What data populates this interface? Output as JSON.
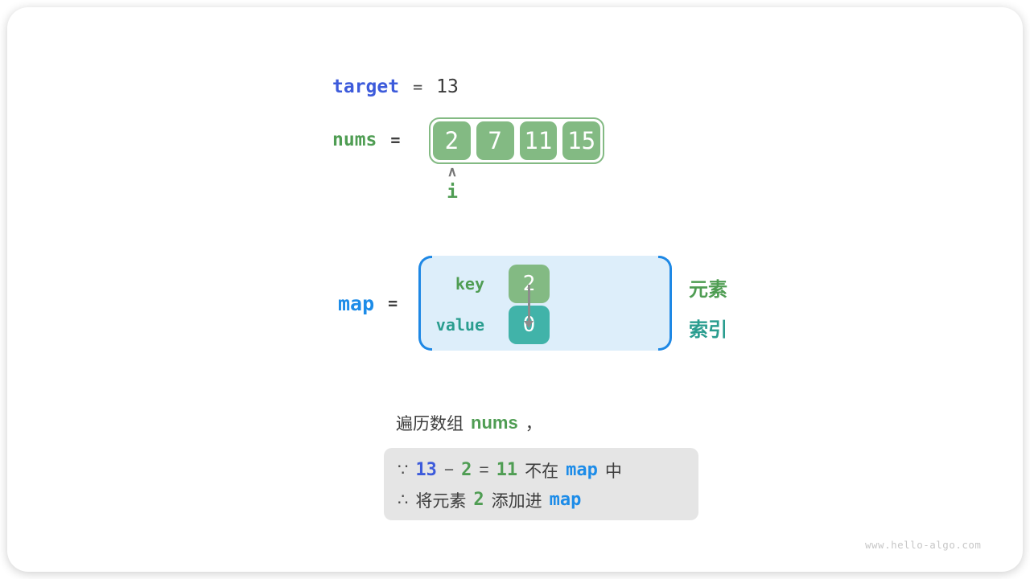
{
  "colors": {
    "royal_blue": "#3d5bdb",
    "azure": "#1d8ce8",
    "green_text": "#4f9d53",
    "cell_green": "#83ba83",
    "teal_text": "#2a9d8f",
    "teal_cell": "#41b3a9",
    "map_fill": "#ddeefa",
    "bracket": "#1e88e5",
    "arrow": "#8c8c8c",
    "note_bg": "#e5e5e5",
    "watermark": "#c7c7c7"
  },
  "target_row": {
    "label": "target",
    "eq": "=",
    "value": "13"
  },
  "nums_row": {
    "label": "nums",
    "eq": "=",
    "cells": [
      "2",
      "7",
      "11",
      "15"
    ],
    "pointer_icon": "∧",
    "pointer_label": "i"
  },
  "map_row": {
    "label": "map",
    "eq": "=",
    "key_label": "key",
    "value_label": "value",
    "key_value": "2",
    "value_value": "0",
    "element_label": "元素",
    "index_label": "索引"
  },
  "caption": {
    "prefix": "遍历数组",
    "code": "nums",
    "suffix": "，"
  },
  "note": {
    "line1": {
      "sym": "∵",
      "n1": "13",
      "op1": "−",
      "n2": "2",
      "op2": "=",
      "n3": "11",
      "t1": "不在",
      "code": "map",
      "t2": "中"
    },
    "line2": {
      "sym": "∴",
      "t1": "将元素",
      "n1": "2",
      "t2": "添加进",
      "code": "map"
    }
  },
  "watermark": "www.hello-algo.com"
}
